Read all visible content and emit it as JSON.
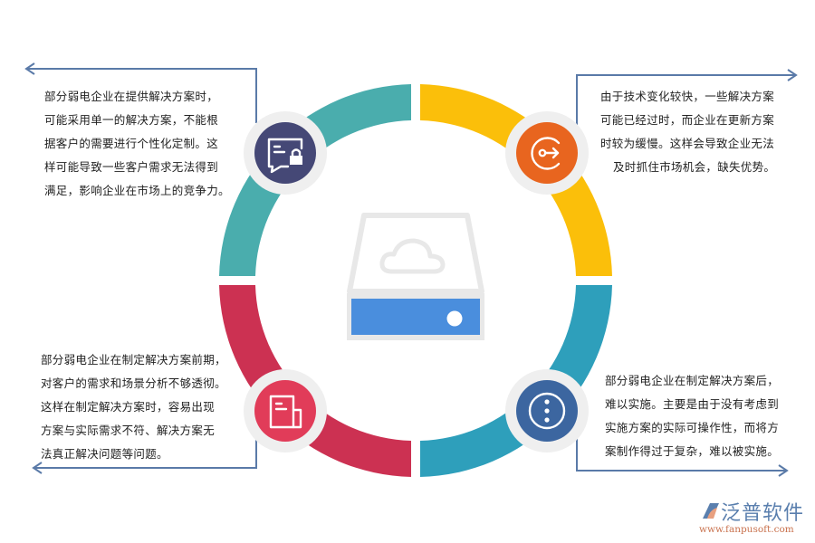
{
  "diagram": {
    "type": "circular-four-part-infographic",
    "center_icon": "cloud-storage-drive-icon",
    "colors": {
      "segment_top_left": "#4aadad",
      "segment_top_right": "#fbbf0a",
      "segment_bottom_left": "#cc3152",
      "segment_bottom_right": "#2e9fbb",
      "badge_ring": "#efefef",
      "badge_top_left": "#454876",
      "badge_top_right": "#e8651f",
      "badge_bottom_left": "#e13c59",
      "badge_bottom_right": "#3c66a0",
      "arrow_line": "#5a7aa8",
      "drive_outline": "#e8e8e8",
      "drive_panel": "#4a8edd"
    },
    "sections": [
      {
        "position": "top-left",
        "icon": "message-lock-icon",
        "lines": [
          "部分弱电企业在提供解决方案时，",
          "可能采用单一的解决方案，不能根",
          "据客户的需要进行个性化定制。这",
          "样可能导致一些客户需求无法得到",
          "满足，影响企业在市场上的竞争力。"
        ]
      },
      {
        "position": "top-right",
        "icon": "logout-key-icon",
        "lines": [
          "由于技术变化较快，一些解决方案",
          "可能已经过时，而企业在更新方案",
          "时较为缓慢。这样会导致企业无法",
          "及时抓住市场机会，缺失优势。"
        ]
      },
      {
        "position": "bottom-left",
        "icon": "document-icon",
        "lines": [
          "部分弱电企业在制定解决方案前期，",
          "对客户的需求和场景分析不够透彻。",
          "这样在制定解决方案时，容易出现",
          "方案与实际需求不符、解决方案无",
          "法真正解决问题等问题。"
        ]
      },
      {
        "position": "bottom-right",
        "icon": "more-vertical-icon",
        "lines": [
          "部分弱电企业在制定解决方案后，",
          "难以实施。主要是由于没有考虑到",
          "实施方案的实际可操作性，而将方",
          "案制作得过于复杂，难以被实施。"
        ]
      }
    ]
  },
  "watermark": {
    "brand": "泛普软件",
    "url": "www.fanpusoft.com"
  }
}
